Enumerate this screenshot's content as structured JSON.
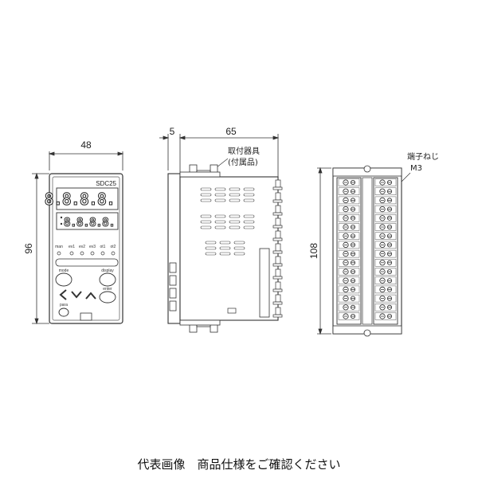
{
  "front_view": {
    "width_label": "48",
    "height_label": "96",
    "model": "SDC25",
    "pv_display": "8.8.8.8.",
    "sv_display": "8.8.8.8.",
    "status_labels": [
      "man",
      "ev1",
      "ev2",
      "ev3",
      "ot1",
      "ot2"
    ],
    "left_key_label": "mode",
    "right_key_label": "display",
    "para_key_label": "para",
    "enter_key_label": "enter"
  },
  "side_view": {
    "offset_label": "5",
    "depth_label": "65",
    "accessory_line1": "取付器具",
    "accessory_line2": "(付属品)"
  },
  "rear_view": {
    "height_label": "108",
    "screw_label_line1": "端子ねじ",
    "screw_label_line2": "M3"
  },
  "caption": "代表画像　商品仕様をご確認ください"
}
